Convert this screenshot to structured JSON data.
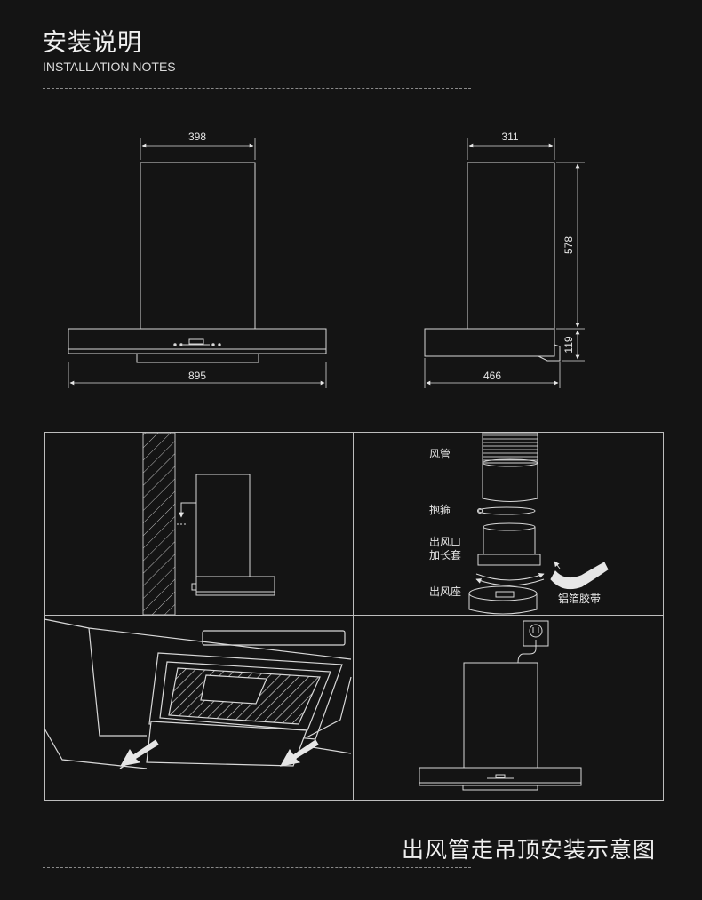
{
  "header": {
    "title": "安装说明",
    "subtitle": "INSTALLATION NOTES"
  },
  "dimensions": {
    "front_chimney_width": "398",
    "front_hood_width": "895",
    "side_chimney_depth": "311",
    "side_chimney_height": "578",
    "side_hood_height": "119",
    "side_hood_depth": "466"
  },
  "parts": {
    "duct": "风管",
    "clamp": "抱箍",
    "extension_line1": "出风口",
    "extension_line2": "加长套",
    "outlet_base": "出风座",
    "foil_tape": "铝箔胶带"
  },
  "footer": {
    "caption": "出风管走吊顶安装示意图"
  },
  "colors": {
    "background": "#141414",
    "line": "#d8d8d8",
    "frame": "#bdbdbd"
  }
}
